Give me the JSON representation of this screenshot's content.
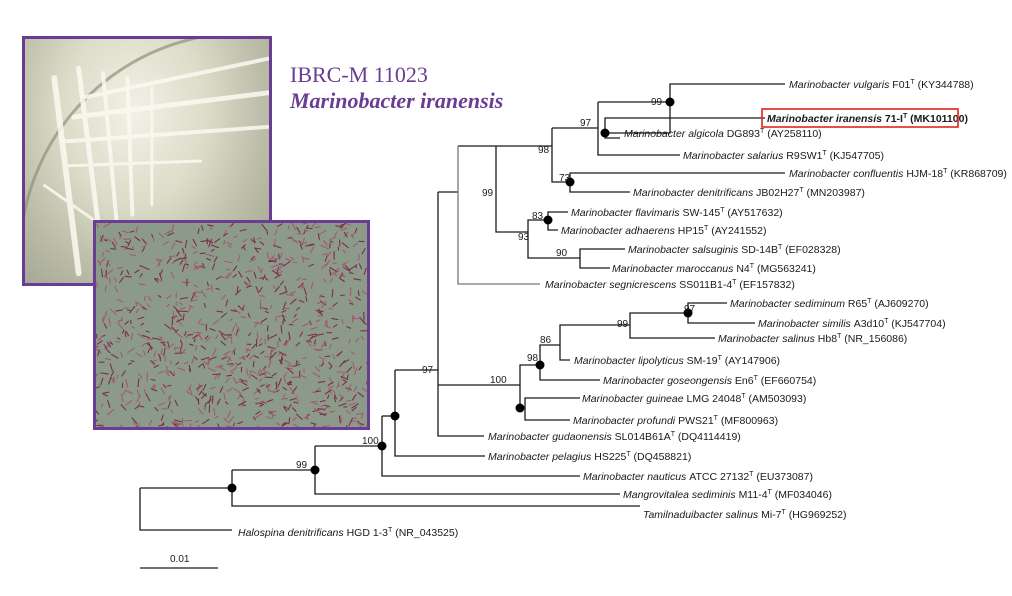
{
  "header": {
    "strain_id": "IBRC-M 11023",
    "strain_name": "Marinobacter iranensis"
  },
  "colors": {
    "accent_purple": "#6a3c93",
    "highlight_red": "#e0241c"
  },
  "images": {
    "plate_photo": "culture-plate-image",
    "micro_photo": "cell-micrograph-image"
  },
  "tree": {
    "scale_bar_label": "0.01",
    "highlighted_taxon": "Marinobacter iranensis 71-IT (MK101100)",
    "taxa": [
      {
        "species": "Marinobacter vulgaris",
        "strain": "F01",
        "type": "T",
        "accession": "(KY344788)"
      },
      {
        "species": "Marinobacter iranensis",
        "strain": "71-I",
        "type": "T",
        "accession": "(MK101100)"
      },
      {
        "species": "Marinobacter algicola",
        "strain": "DG893",
        "type": "T",
        "accession": "(AY258110)"
      },
      {
        "species": "Marinobacter salarius",
        "strain": "R9SW1",
        "type": "T",
        "accession": "(KJ547705)"
      },
      {
        "species": "Marinobacter confluentis",
        "strain": "HJM-18",
        "type": "T",
        "accession": "(KR868709)"
      },
      {
        "species": "Marinobacter denitrificans",
        "strain": "JB02H27",
        "type": "T",
        "accession": "(MN203987)"
      },
      {
        "species": "Marinobacter flavimaris",
        "strain": "SW-145",
        "type": "T",
        "accession": "(AY517632)"
      },
      {
        "species": "Marinobacter adhaerens",
        "strain": "HP15",
        "type": "T",
        "accession": "(AY241552)"
      },
      {
        "species": "Marinobacter salsuginis",
        "strain": "SD-14B",
        "type": "T",
        "accession": "(EF028328)"
      },
      {
        "species": "Marinobacter maroccanus",
        "strain": "N4",
        "type": "T",
        "accession": "(MG563241)"
      },
      {
        "species": "Marinobacter segnicrescens",
        "strain": "SS011B1-4",
        "type": "T",
        "accession": "(EF157832)"
      },
      {
        "species": "Marinobacter sediminum",
        "strain": "R65",
        "type": "T",
        "accession": "(AJ609270)"
      },
      {
        "species": "Marinobacter similis",
        "strain": "A3d10",
        "type": "T",
        "accession": "(KJ547704)"
      },
      {
        "species": "Marinobacter salinus",
        "strain": "Hb8",
        "type": "T",
        "accession": "(NR_156086)"
      },
      {
        "species": "Marinobacter lipolyticus",
        "strain": "SM-19",
        "type": "T",
        "accession": "(AY147906)"
      },
      {
        "species": "Marinobacter goseongensis",
        "strain": "En6",
        "type": "T",
        "accession": "(EF660754)"
      },
      {
        "species": "Marinobacter guineae",
        "strain": "LMG 24048",
        "type": "T",
        "accession": "(AM503093)"
      },
      {
        "species": "Marinobacter profundi",
        "strain": "PWS21",
        "type": "T",
        "accession": "(MF800963)"
      },
      {
        "species": "Marinobacter gudaonensis",
        "strain": "SL014B61A",
        "type": "T",
        "accession": "(DQ4114419)"
      },
      {
        "species": "Marinobacter pelagius",
        "strain": "HS225",
        "type": "T",
        "accession": "(DQ458821)"
      },
      {
        "species": "Marinobacter nauticus",
        "strain": "ATCC 27132",
        "type": "T",
        "accession": "(EU373087)"
      },
      {
        "species": "Mangrovitalea sediminis",
        "strain": "M11-4",
        "type": "T",
        "accession": "(MF034046)"
      },
      {
        "species": "Tamilnaduibacter salinus",
        "strain": "Mi-7",
        "type": "T",
        "accession": "(HG969252)"
      },
      {
        "species": "Halospina denitrificans",
        "strain": "HGD 1-3",
        "type": "T",
        "accession": "(NR_043525)"
      }
    ],
    "bootstrap": [
      "99",
      "97",
      "98",
      "73",
      "99",
      "83",
      "93",
      "90",
      "99",
      "97",
      "86",
      "98",
      "100",
      "97",
      "100",
      "99"
    ]
  }
}
